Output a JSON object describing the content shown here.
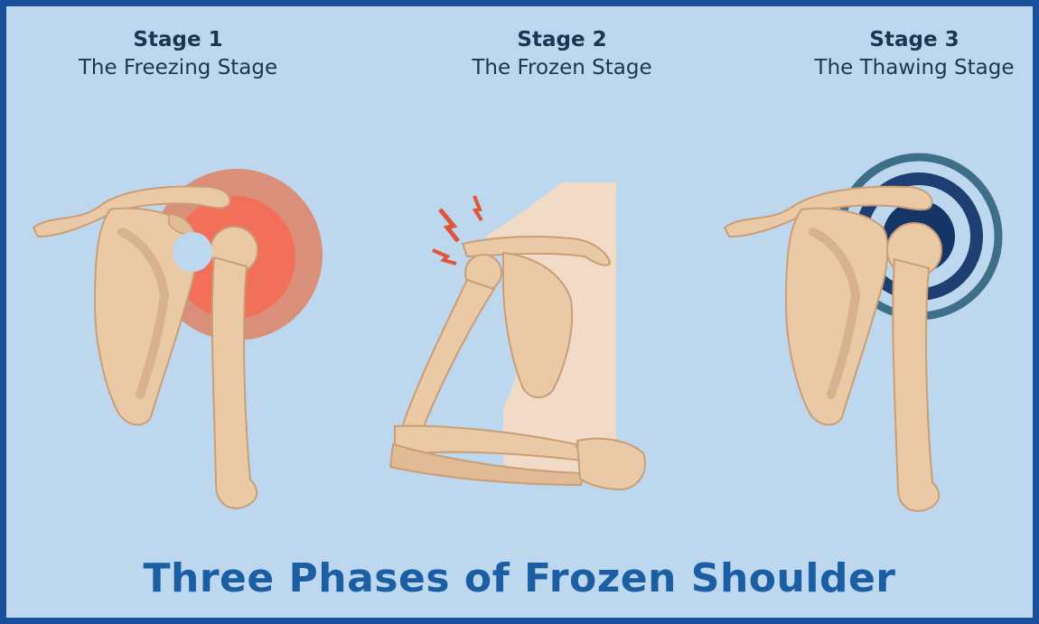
{
  "stages": [
    {
      "number": "Stage 1",
      "name": "The Freezing Stage"
    },
    {
      "number": "Stage 2",
      "name": "The Frozen Stage"
    },
    {
      "number": "Stage 3",
      "name": "The Thawing Stage"
    }
  ],
  "title": "Three Phases of Frozen Shoulder",
  "colors": {
    "frame": "#1a4f9c",
    "background": "#bdd8ee",
    "bone": "#eac9a6",
    "bone_outline": "#c99e76",
    "inflammation": "#f2705a",
    "rings": "#1f3f73",
    "title": "#1c5ea3"
  },
  "icons": [
    "inflammation-glow-icon",
    "pain-bolt-icon",
    "radiating-rings-icon"
  ]
}
